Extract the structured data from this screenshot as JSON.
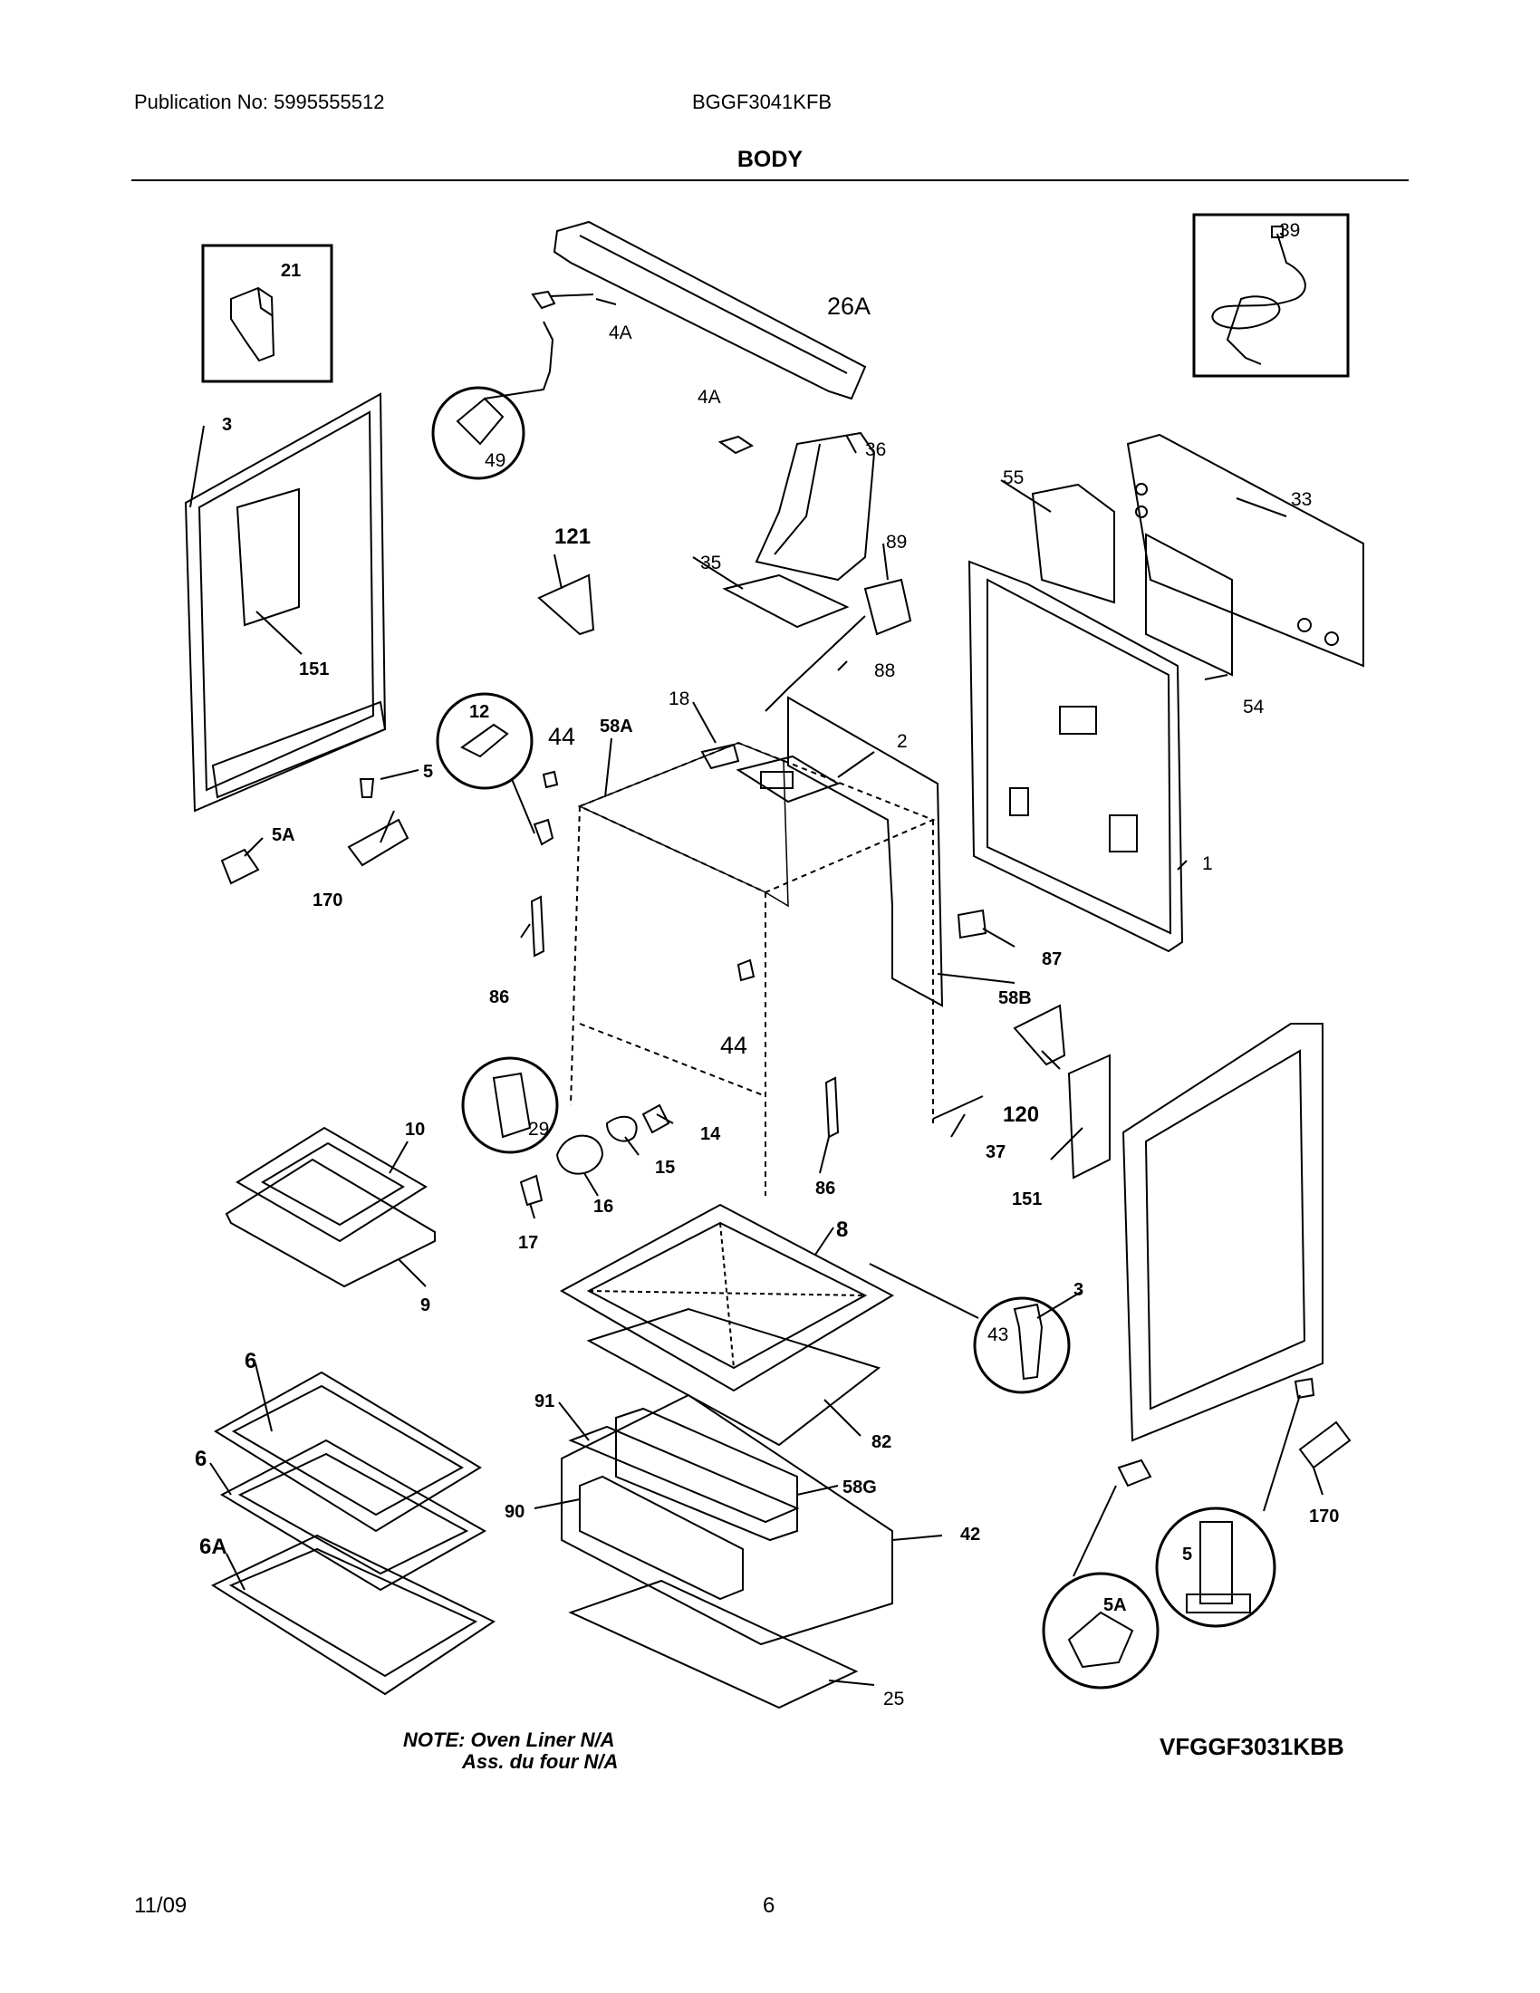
{
  "header": {
    "publication": "Publication No: 5995555512",
    "model_code": "BGGF3041KFB"
  },
  "section_title": "BODY",
  "notes": {
    "line1": "NOTE: Oven Liner N/A",
    "line2": "Ass. du four N/A"
  },
  "diagram_id": "VFGGF3031KBB",
  "footer": {
    "date": "11/09",
    "page": "6"
  },
  "part_labels": {
    "p39": "39",
    "p21": "21",
    "p26A": "26A",
    "p4A_top": "4A",
    "p4A_mid": "4A",
    "p3_left": "3",
    "p49": "49",
    "p36": "36",
    "p55": "55",
    "p33": "33",
    "p121": "121",
    "p35": "35",
    "p89": "89",
    "p88": "88",
    "p151_left": "151",
    "p54": "54",
    "p12": "12",
    "p44_top": "44",
    "p58A": "58A",
    "p18": "18",
    "p2": "2",
    "p5_left": "5",
    "p5A_left": "5A",
    "p170_left": "170",
    "p1": "1",
    "p87": "87",
    "p86_left": "86",
    "p58B": "58B",
    "p44_mid": "44",
    "p120": "120",
    "p29": "29",
    "p14": "14",
    "p10": "10",
    "p15": "15",
    "p37": "37",
    "p86_right": "86",
    "p151_right": "151",
    "p16": "16",
    "p17": "17",
    "p9": "9",
    "p8": "8",
    "p3_right": "3",
    "p43": "43",
    "p6_top": "6",
    "p91": "91",
    "p82": "82",
    "p6_mid": "6",
    "p58G": "58G",
    "p90": "90",
    "p42": "42",
    "p170_right": "170",
    "p6A": "6A",
    "p5_right": "5",
    "p5A_right": "5A",
    "p25": "25"
  }
}
